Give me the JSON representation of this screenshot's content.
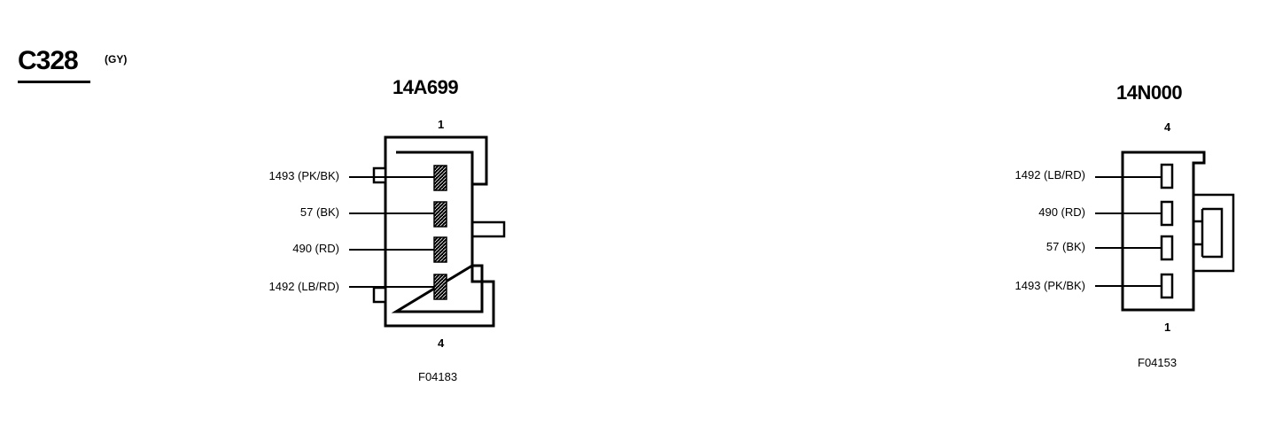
{
  "connector": {
    "id": "C328",
    "color": "(GY)"
  },
  "left_view": {
    "part_number": "14A699",
    "pin_top": "1",
    "pin_bottom": "4",
    "figure_code": "F04183",
    "wires": [
      "1493 (PK/BK)",
      "57 (BK)",
      "490 (RD)",
      "1492 (LB/RD)"
    ]
  },
  "right_view": {
    "part_number": "14N000",
    "pin_top": "4",
    "pin_bottom": "1",
    "figure_code": "F04153",
    "wires": [
      "1492 (LB/RD)",
      "490 (RD)",
      "57 (BK)",
      "1493 (PK/BK)"
    ]
  }
}
